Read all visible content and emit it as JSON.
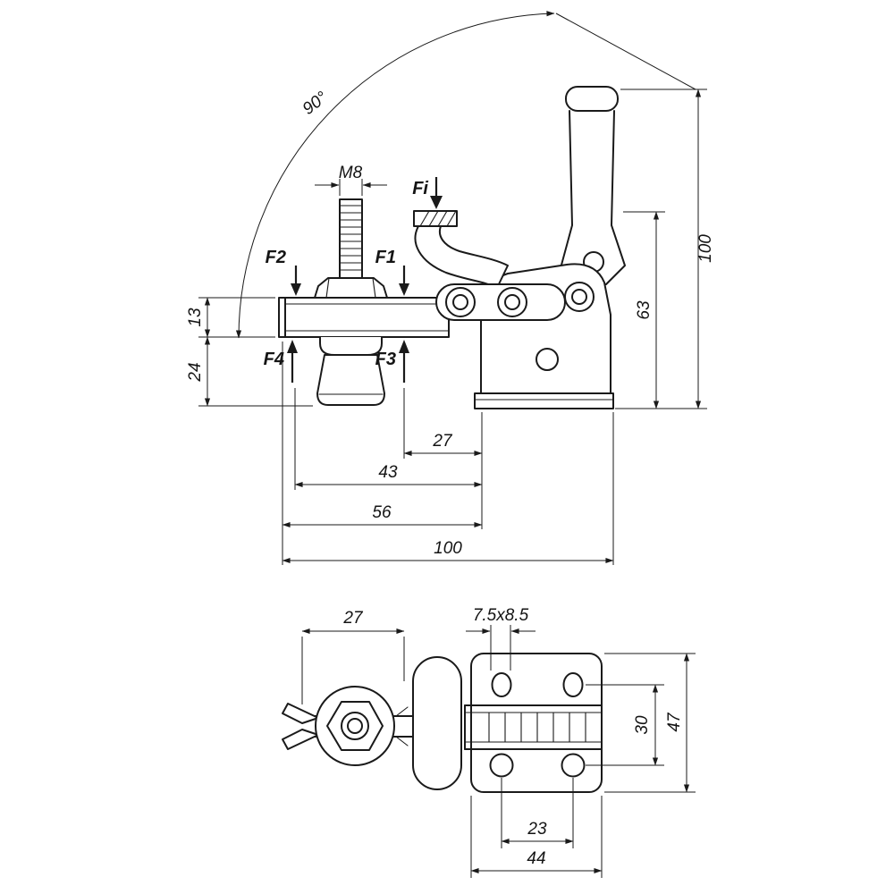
{
  "page": {
    "background": "#ffffff",
    "line_color": "#1a1a1a"
  },
  "drawing": {
    "type": "technical-drawing",
    "subject": "vertical toggle clamp, two views with dimensions",
    "side_view": {
      "angle": "90°",
      "thread": "M8",
      "forces": {
        "fi": "Fi",
        "f1": "F1",
        "f2": "F2",
        "f3": "F3",
        "f4": "F4"
      },
      "dims": {
        "arm_height": "13",
        "foot_drop": "24",
        "pivot_height": "63",
        "total_height": "100",
        "spindle_offset": "27",
        "arm_reach": "43",
        "open_length": "56",
        "total_length": "100"
      }
    },
    "top_view": {
      "dims": {
        "fork_span": "27",
        "slot_size": "7.5x8.5",
        "hole_pitch_vertical": "30",
        "plate_length": "47",
        "hole_pitch_horizontal": "23",
        "plate_width": "44"
      }
    }
  }
}
